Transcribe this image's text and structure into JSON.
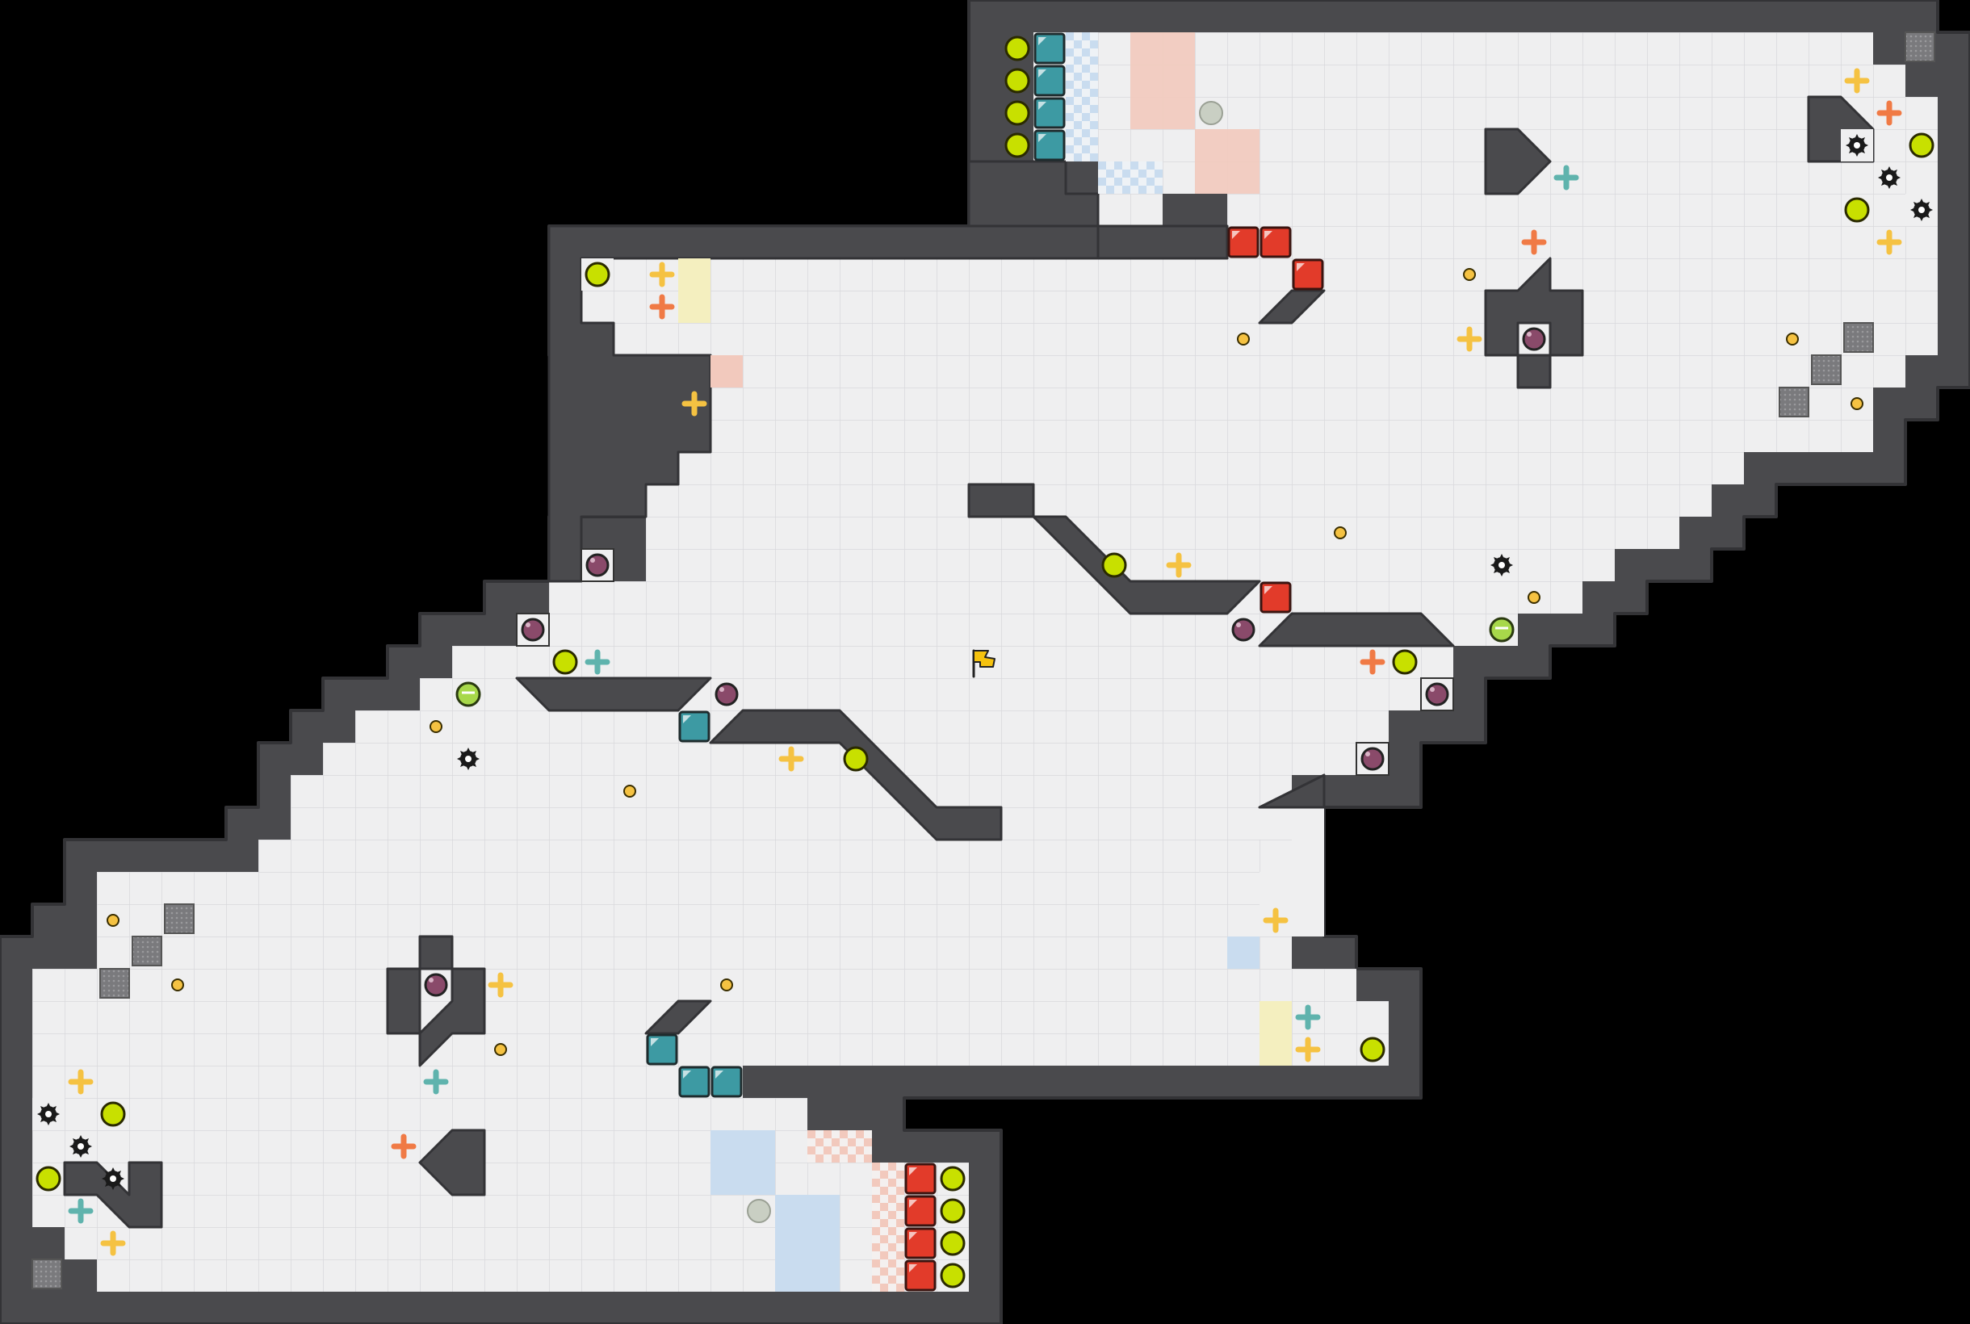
{
  "screen": {
    "view": "level-map"
  },
  "palette": {
    "background": "#000000",
    "wall": "#4a4a4d",
    "wall_edge": "#333336",
    "floor": "#efeff0",
    "grid_line": "#d9d9dc",
    "team_red": "#e23b2a",
    "team_teal": "#3d9aa3",
    "zone_red": "#f2c9bd",
    "zone_blue": "#c9dcef",
    "zone_yellow": "#f4efbf",
    "boost_yellow": "#f5c242",
    "boost_orange": "#f07a45",
    "boost_teal": "#5fb3ad",
    "bomb": "#8a4a6a",
    "switch": "#c8e000",
    "powerup_green": "#a7d84a",
    "spike": "#1a1a1a",
    "flag": "#f5c20f"
  },
  "legend": {
    "wall": "wall-tile",
    "floor": "floor-tile",
    "team_red_spawn": "red-spawn-tile",
    "team_teal_spawn": "teal-spawn-tile",
    "boost": "boost-pad-icon",
    "bomb": "bomb-icon",
    "switch": "button-switch-icon",
    "spike": "spike-icon",
    "flag": "neutral-flag-icon",
    "gate": "gate-tile",
    "portal": "portal-icon"
  }
}
